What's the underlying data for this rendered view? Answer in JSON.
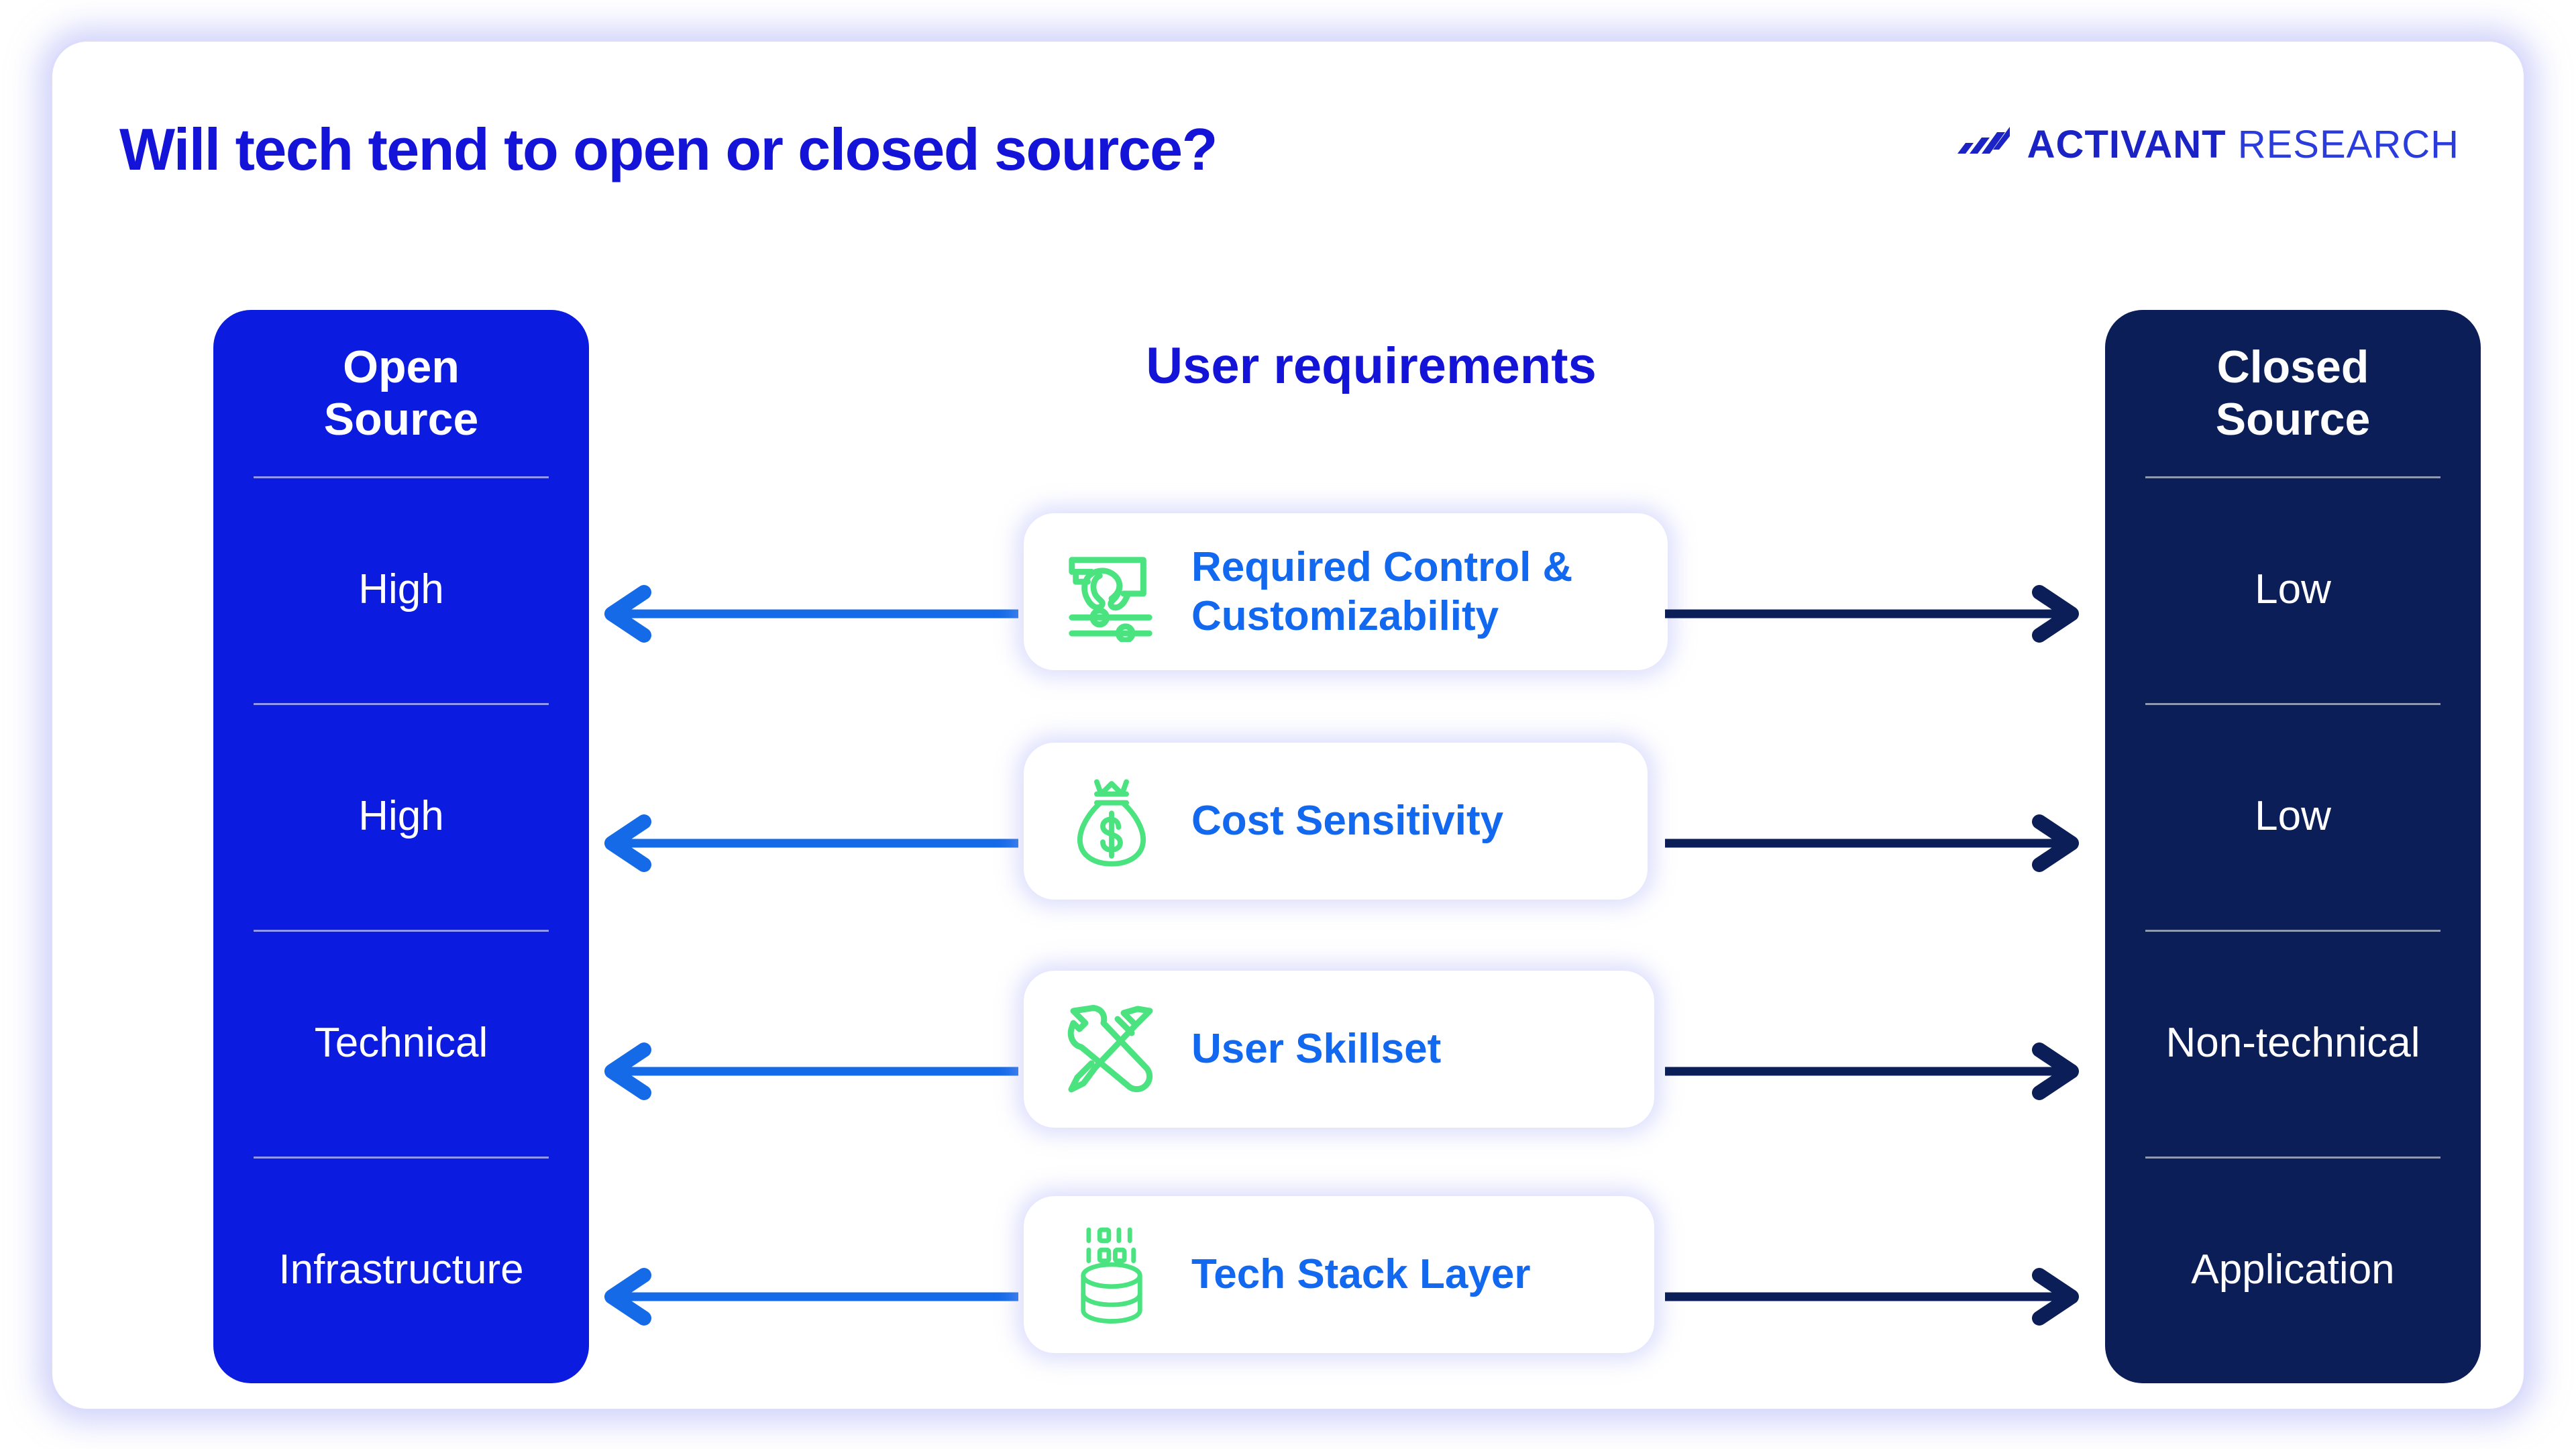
{
  "page_title": "Will tech tend to open or closed source?",
  "logo": {
    "mark": "activant-slashes-mark",
    "bold_word": "ACTIVANT",
    "light_word": "RESEARCH"
  },
  "middle": {
    "title": "User requirements"
  },
  "colors": {
    "title_blue": "#1414d8",
    "open_source_blue": "#0b1bdf",
    "closed_source_navy": "#0b1e57",
    "card_label_blue": "#1268ee",
    "icon_green": "#4ae37f",
    "arrow_left_blue": "#156ae8",
    "arrow_right_navy": "#0b1e57",
    "frame_glow": "#afb2f6"
  },
  "columns": {
    "open": {
      "heading": "Open Source",
      "heading_line1": "Open",
      "heading_line2": "Source",
      "values": [
        "High",
        "High",
        "Technical",
        "Infrastructure"
      ]
    },
    "closed": {
      "heading": "Closed Source",
      "heading_line1": "Closed",
      "heading_line2": "Source",
      "values": [
        "Low",
        "Low",
        "Non-technical",
        "Application"
      ]
    }
  },
  "requirements": [
    {
      "label": "Required Control & Customizability",
      "label_line1": "Required Control &",
      "label_line2": "Customizability",
      "icon": "hand-sliders-control-icon"
    },
    {
      "label": "Cost Sensitivity",
      "label_line1": "Cost Sensitivity",
      "label_line2": "",
      "icon": "money-bag-dollar-icon"
    },
    {
      "label": "User Skillset",
      "label_line1": "User Skillset",
      "label_line2": "",
      "icon": "wrench-screwdriver-crossed-icon"
    },
    {
      "label": "Tech Stack Layer",
      "label_line1": "Tech Stack Layer",
      "label_line2": "",
      "icon": "database-binary-stack-icon"
    }
  ],
  "arrows": {
    "left_direction": "points-to-open-source",
    "right_direction": "points-to-closed-source"
  }
}
